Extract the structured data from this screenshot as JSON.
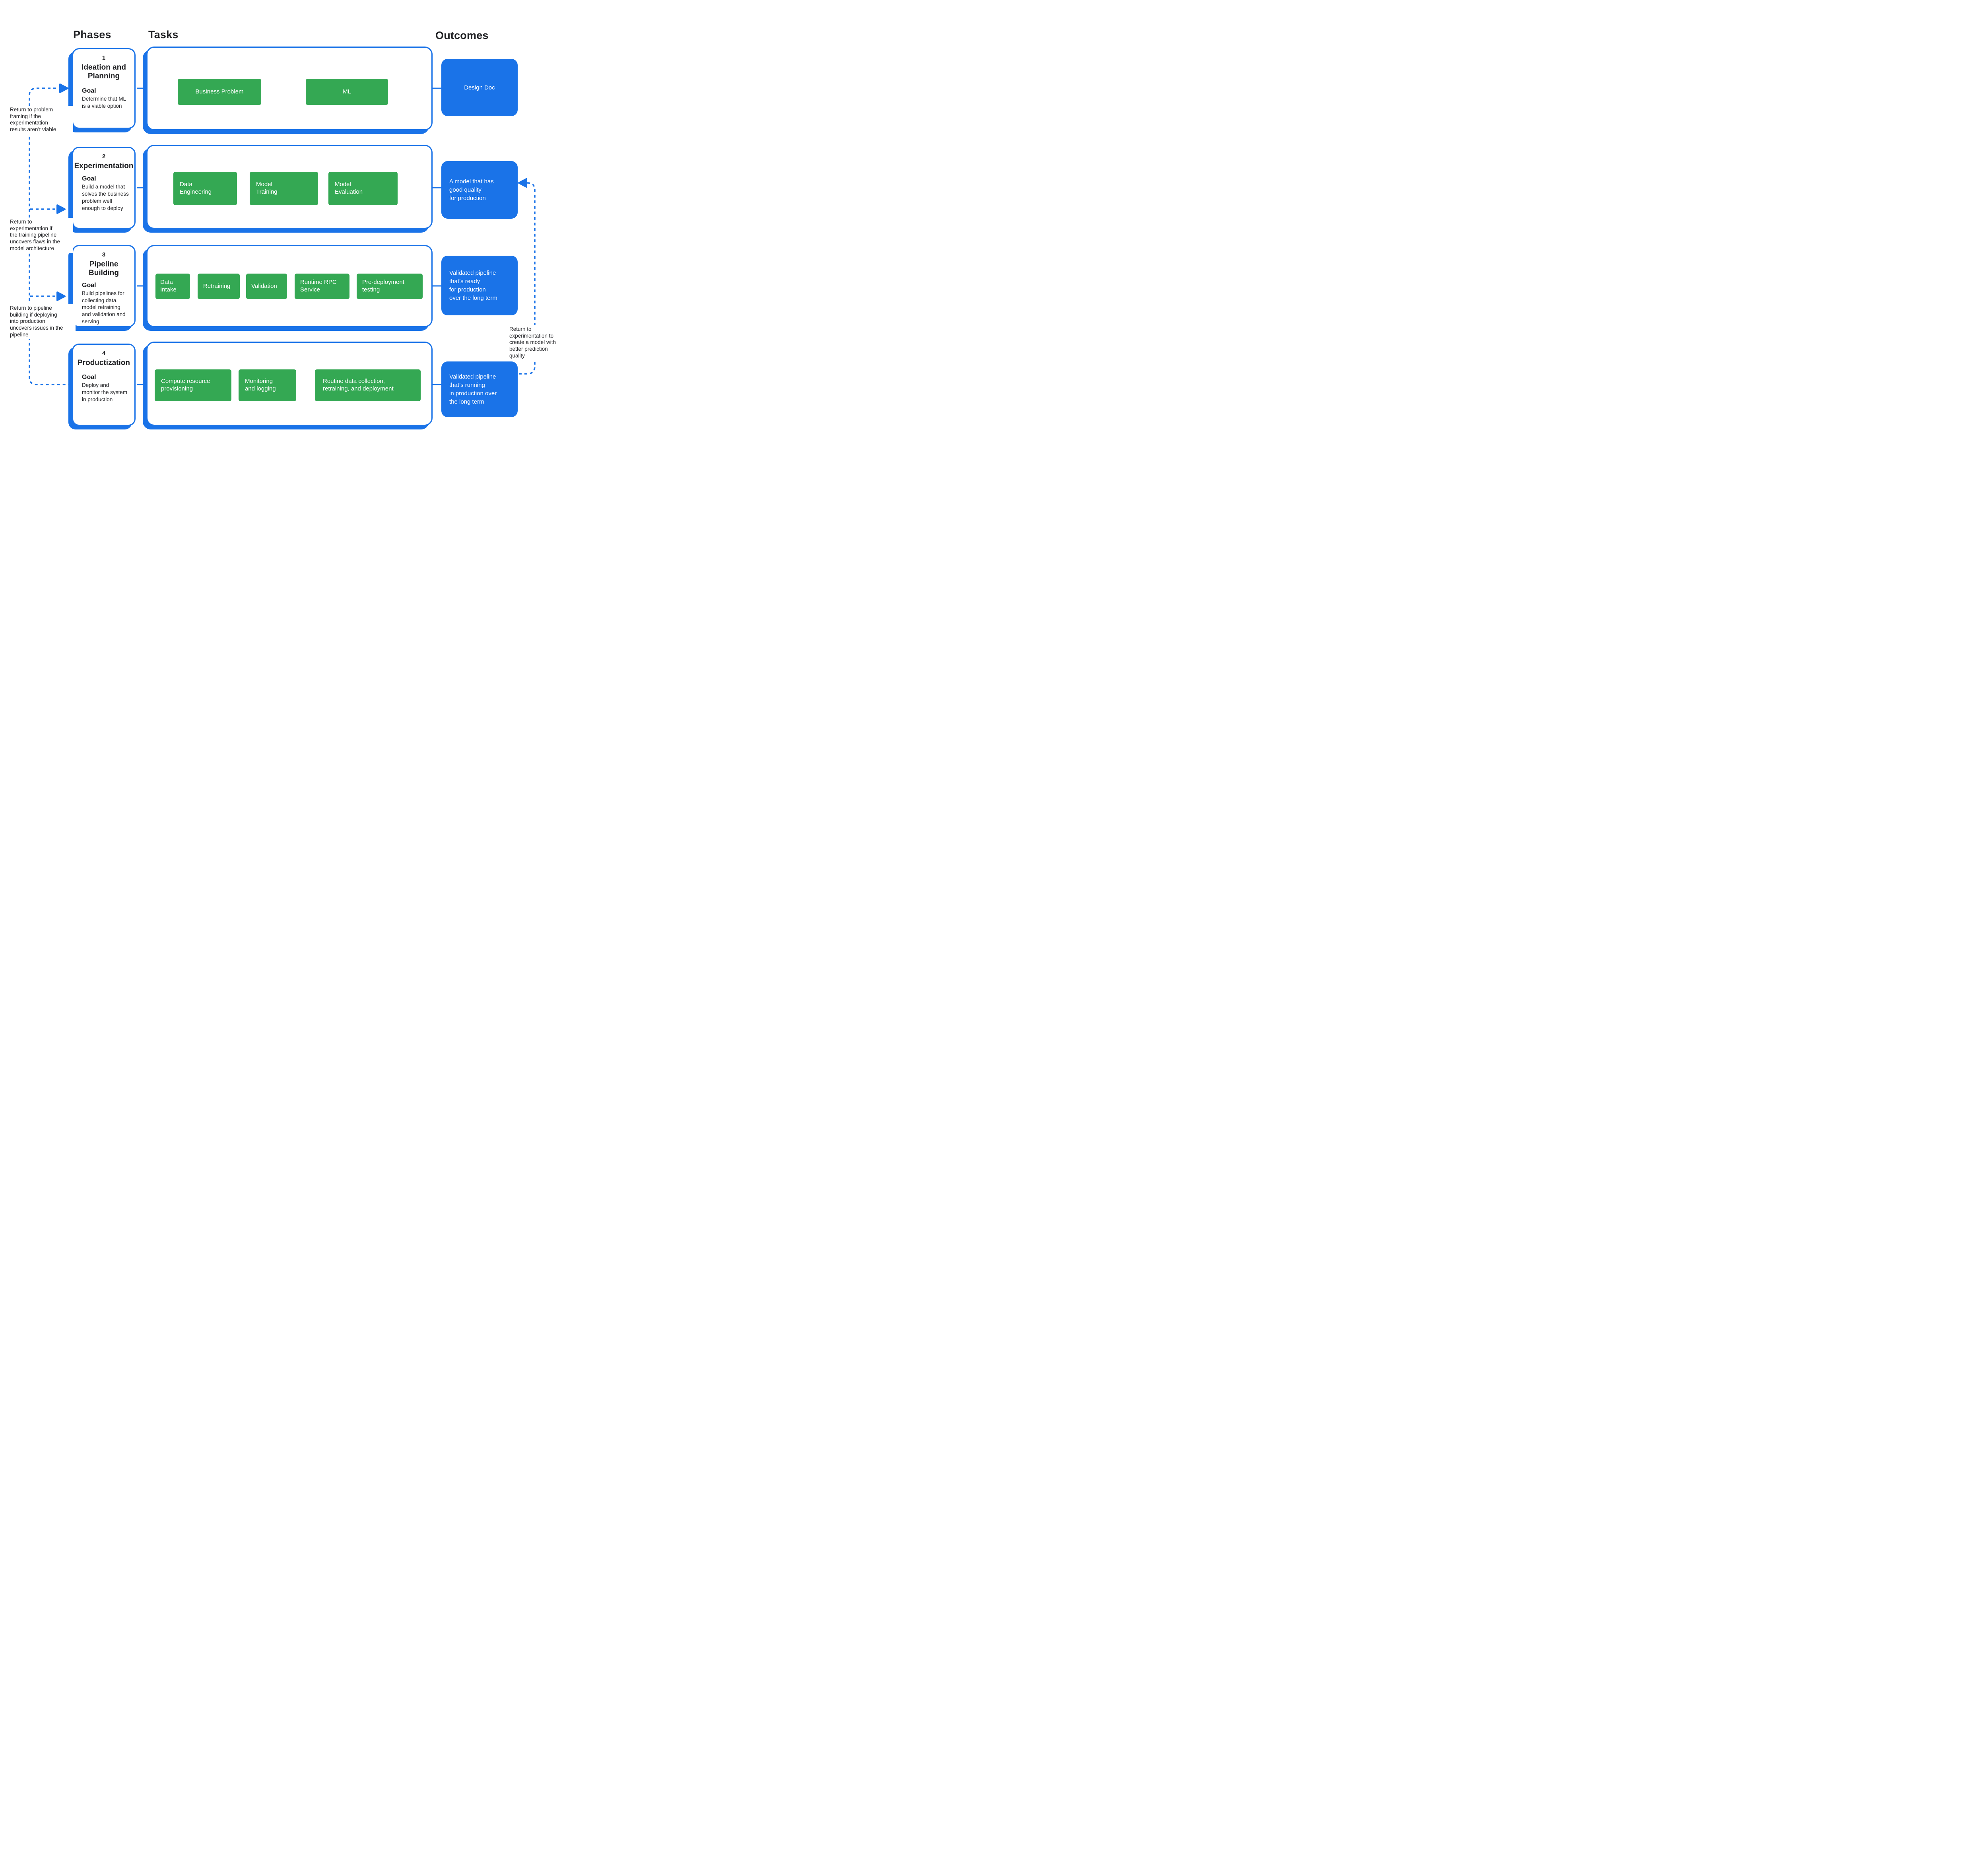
{
  "title_row": {
    "phases": "Phases",
    "tasks": "Tasks",
    "outcomes": "Outcomes"
  },
  "colors": {
    "task_green": "#34a853",
    "accent_blue": "#1a73e8",
    "text_dark": "#202124"
  },
  "phases": [
    {
      "number": "1",
      "title": "Ideation and\nPlanning",
      "goal_label": "Goal",
      "goal": "Determine that ML\nis a viable option"
    },
    {
      "number": "2",
      "title": "Experimentation",
      "goal_label": "Goal",
      "goal": "Build a model that\nsolves the business\nproblem well\nenough to deploy"
    },
    {
      "number": "3",
      "title": "Pipeline Building",
      "goal_label": "Goal",
      "goal": "Build pipelines for\ncollecting data,\nmodel retraining\nand validation and\nserving"
    },
    {
      "number": "4",
      "title": "Productization",
      "goal_label": "Goal",
      "goal": "Deploy and\nmonitor the system\nin production"
    }
  ],
  "tasks": {
    "row1": [
      {
        "label": "Business Problem"
      },
      {
        "label": "ML"
      }
    ],
    "row2": [
      {
        "label": "Data\nEngineering"
      },
      {
        "label": "Model\nTraining"
      },
      {
        "label": "Model\nEvaluation"
      }
    ],
    "row3": [
      {
        "label": "Data\nIntake"
      },
      {
        "label": "Retraining"
      },
      {
        "label": "Validation"
      },
      {
        "label": "Runtime RPC\nService"
      },
      {
        "label": "Pre-deployment\ntesting"
      }
    ],
    "row4": [
      {
        "label": "Compute resource\nprovisioning"
      },
      {
        "label": "Monitoring\nand logging"
      },
      {
        "label": "Routine data collection,\nretraining, and deployment"
      }
    ]
  },
  "outcomes": [
    {
      "label": "Design Doc"
    },
    {
      "label": "A model that has\ngood quality\nfor production"
    },
    {
      "label": "Validated pipeline\nthat’s ready\nfor production\nover the long term"
    },
    {
      "label": "Validated pipeline\nthat’s running\nin production over\nthe long term"
    }
  ],
  "annotations": {
    "left": [
      {
        "text": "Return to problem\nframing if the\nexperimentation\nresults aren’t viable"
      },
      {
        "text": "Return to\nexperimentation if\nthe training pipeline\nuncovers flaws in the\nmodel architecture"
      },
      {
        "text": "Return to pipeline\nbuilding if deploying\ninto production\nuncovers issues in the\npipeline"
      }
    ],
    "right": {
      "text": "Return to\nexperimentation to\ncreate a model with\nbetter prediction\nquality"
    }
  }
}
